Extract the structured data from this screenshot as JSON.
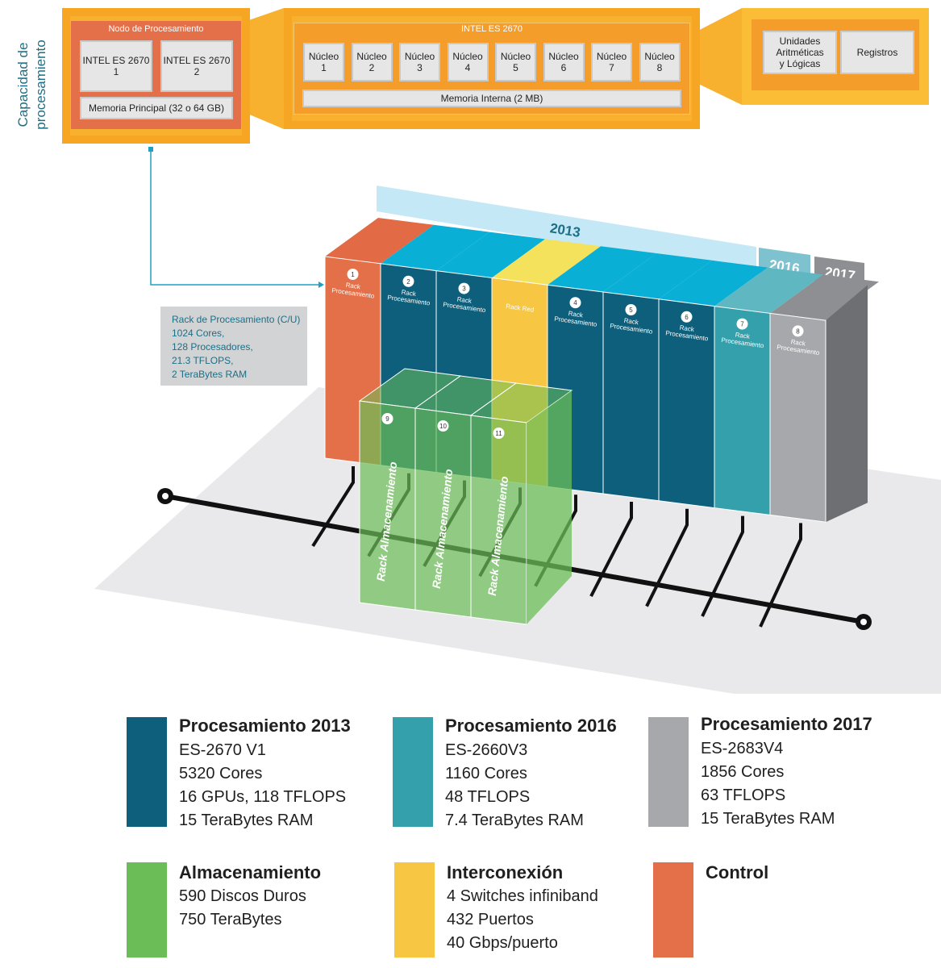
{
  "side_title": "Capacidad de procesamiento",
  "node": {
    "title": "Nodo de Procesamiento",
    "cpu1": "INTEL ES 2670\n1",
    "cpu2": "INTEL ES 2670\n2",
    "memory": "Memoria Principal (32 o 64 GB)"
  },
  "cpu": {
    "title": "INTEL ES 2670",
    "cores": [
      "Núcleo\n1",
      "Núcleo\n2",
      "Núcleo\n3",
      "Núcleo\n4",
      "Núcleo\n5",
      "Núcleo\n6",
      "Núcleo\n7",
      "Núcleo\n8"
    ],
    "memory": "Memoria Interna (2 MB)"
  },
  "core": {
    "alu": "Unidades\nAritméticas\ny Lógicas",
    "registers": "Registros"
  },
  "years": {
    "y2013": "2013",
    "y2016": "2016",
    "y2017": "2017"
  },
  "rack_info": {
    "lines": [
      "Rack de Procesamiento (C/U)",
      "1024 Cores,",
      "128 Procesadores,",
      "21.3 TFLOPS,",
      "2 TeraBytes RAM"
    ]
  },
  "racks": [
    {
      "num": "1",
      "label1": "Rack",
      "label2": "Procesamiento"
    },
    {
      "num": "2",
      "label1": "Rack",
      "label2": "Procesamiento"
    },
    {
      "num": "3",
      "label1": "Rack",
      "label2": "Procesamiento"
    },
    {
      "num": "",
      "label1": "Rack Red",
      "label2": ""
    },
    {
      "num": "4",
      "label1": "Rack",
      "label2": "Procesamiento"
    },
    {
      "num": "5",
      "label1": "Rack",
      "label2": "Procesamiento"
    },
    {
      "num": "6",
      "label1": "Rack",
      "label2": "Procesamiento"
    },
    {
      "num": "7",
      "label1": "Rack",
      "label2": "Procesamiento"
    },
    {
      "num": "8",
      "label1": "Rack",
      "label2": "Procesamiento"
    }
  ],
  "storage": [
    {
      "num": "9",
      "label": "Rack Almacenamiento"
    },
    {
      "num": "10",
      "label": "Rack Almacenamiento"
    },
    {
      "num": "11",
      "label": "Rack Almacenamiento"
    }
  ],
  "colors": {
    "control": "#e4704a",
    "proc2013": "#0e5f7c",
    "proc2013_top": "#0aafd6",
    "proc2016": "#33a0ab",
    "proc2017": "#a7a8ab",
    "storage": "#6bbd57",
    "network": "#f7c743"
  },
  "legend": {
    "p2013": {
      "title": "Procesamiento 2013",
      "lines": [
        "ES-2670 V1",
        "5320 Cores",
        "16 GPUs, 118 TFLOPS",
        "15 TeraBytes RAM"
      ]
    },
    "p2016": {
      "title": "Procesamiento 2016",
      "lines": [
        "ES-2660V3",
        "1160 Cores",
        "48 TFLOPS",
        "7.4 TeraBytes RAM"
      ]
    },
    "p2017": {
      "title": "Procesamiento 2017",
      "lines": [
        "ES-2683V4",
        "1856 Cores",
        "63 TFLOPS",
        "15 TeraBytes RAM"
      ]
    },
    "storage": {
      "title": "Almacenamiento",
      "lines": [
        "590 Discos Duros",
        "750 TeraBytes"
      ]
    },
    "network": {
      "title": "Interconexión",
      "lines": [
        "4 Switches infiniband",
        "432 Puertos",
        "40 Gbps/puerto"
      ]
    },
    "control": {
      "title": "Control",
      "lines": []
    }
  }
}
